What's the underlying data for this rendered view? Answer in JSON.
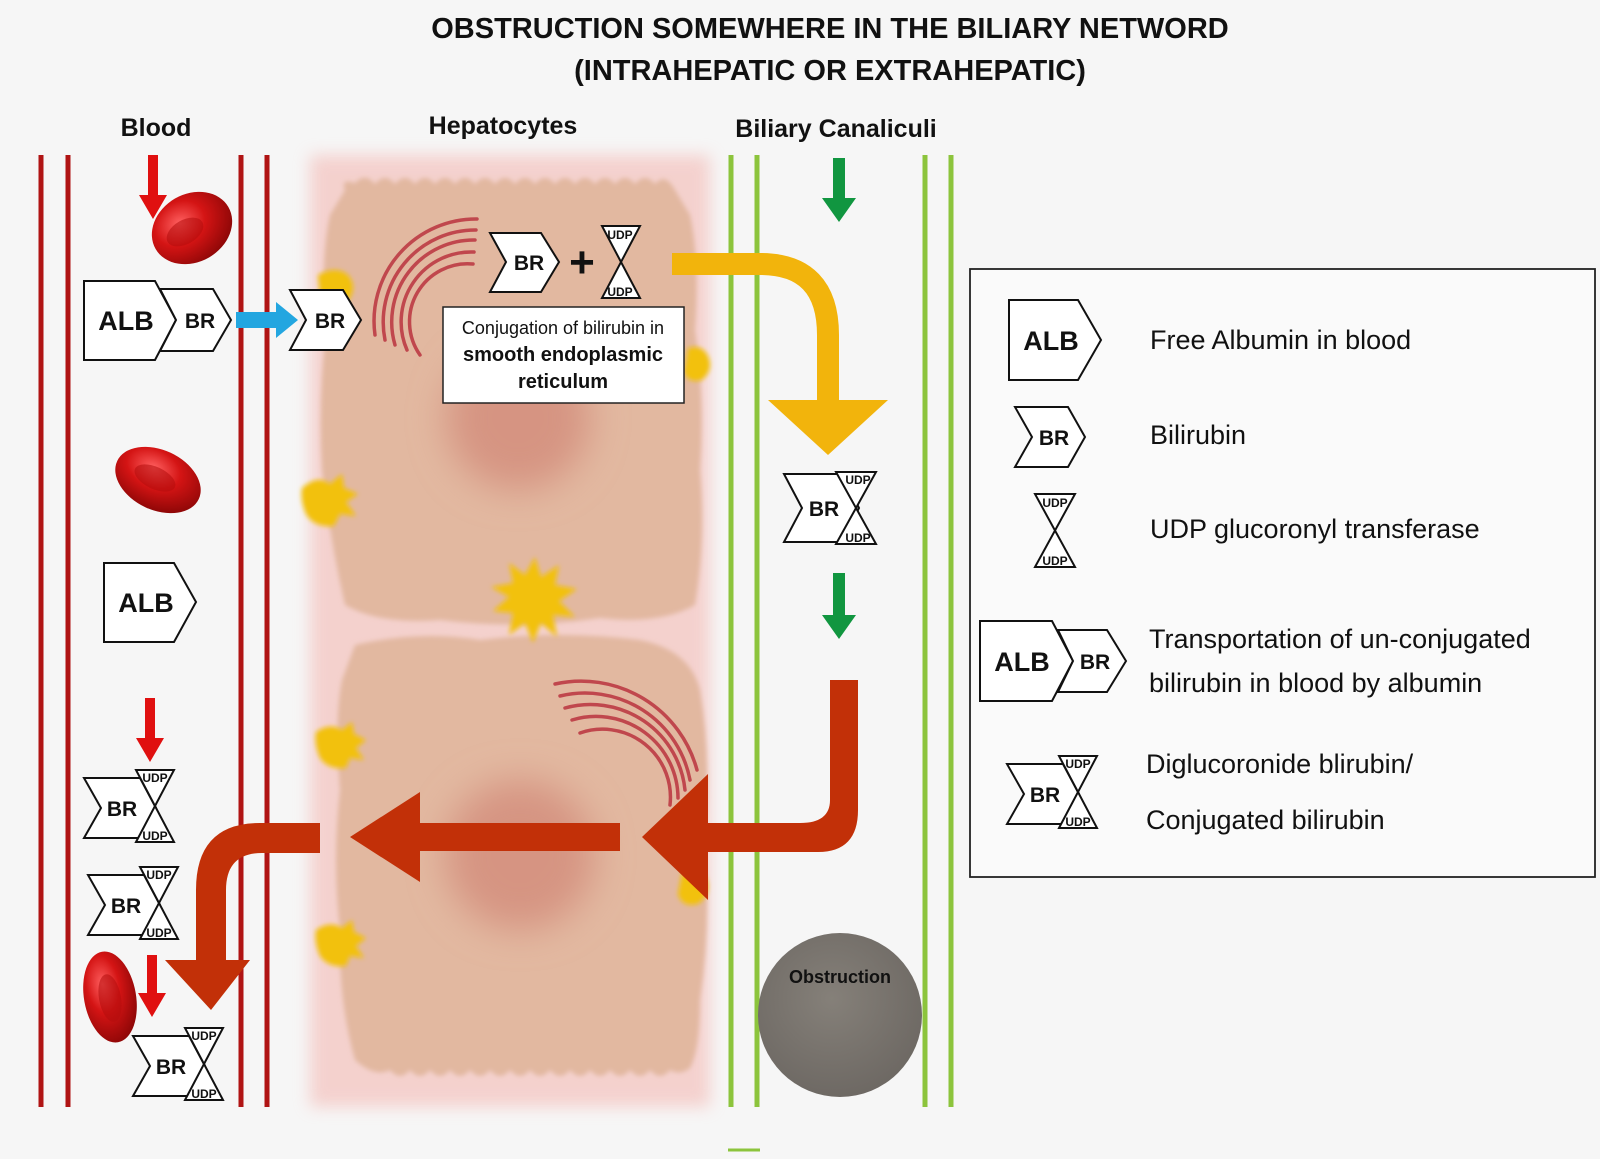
{
  "title": {
    "line1": "OBSTRUCTION SOMEWHERE IN THE BILIARY NETWORD",
    "line2": "(INTRAHEPATIC OR EXTRAHEPATIC)"
  },
  "columns": {
    "blood": "Blood",
    "hepatocytes": "Hepatocytes",
    "biliary": "Biliary Canaliculi"
  },
  "symbols": {
    "alb": "ALB",
    "br": "BR",
    "udp": "UDP",
    "plus": "+"
  },
  "conjugation_note": {
    "line1": "Conjugation of bilirubin in",
    "line2": "smooth endoplasmic",
    "line3": "reticulum"
  },
  "obstruction": "Obstruction",
  "legend": {
    "alb": "Free Albumin in blood",
    "br": "Bilirubin",
    "udp": "UDP glucoronyl transferase",
    "transport_1": "Transportation of un-conjugated",
    "transport_2": "bilirubin in blood by albumin",
    "conj_1": "Diglucoronide blirubin/",
    "conj_2": "Conjugated bilirubin"
  },
  "colors": {
    "vessel_wall": "#b01414",
    "canaliculus_wall": "#8cc43c",
    "cell": "#e2b8a0",
    "nucleus": "#d69482",
    "er": "#c0474d",
    "bile_spot": "#f2c10e",
    "arrow_red": "#e01010",
    "arrow_green": "#119640",
    "arrow_blue": "#23a6e0",
    "arrow_orange": "#f2b40c",
    "arrow_dark_red": "#c23008",
    "obstruction": "#7a7470"
  }
}
